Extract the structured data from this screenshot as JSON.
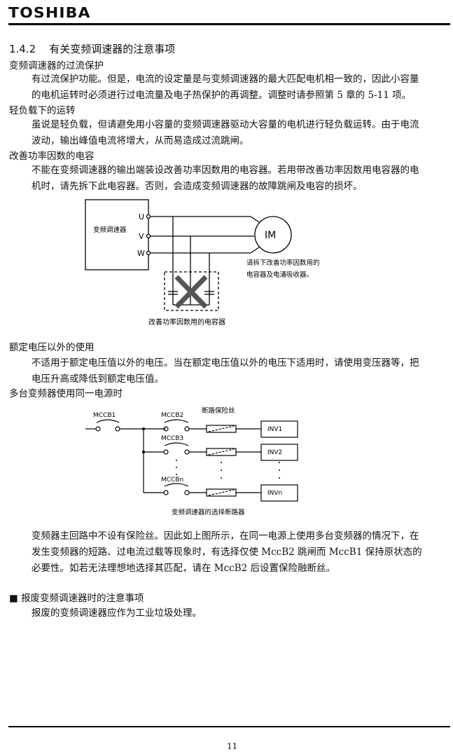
{
  "header": {
    "logo": "TOSHIBA"
  },
  "section": {
    "number": "1.4.2",
    "title": "有关变频调速器的注意事项"
  },
  "blocks": [
    {
      "heading": "变频调速器的过流保护",
      "lines": [
        "有过流保护功能。但是，电流的设定量是与变频调速器的最大匹配电机相一致的，因此小容量",
        "的电机运转时必须进行过电流量及电子热保护的再调整。调整时请参照第 5 章的 5-11 项。"
      ]
    },
    {
      "heading": "轻负载下的运转",
      "lines": [
        "虽说是轻负载，但请避免用小容量的变频调速器驱动大容量的电机进行轻负载运转。由于电流",
        "波动，输出峰值电流将增大，从而易造成过流跳闸。"
      ]
    },
    {
      "heading": "改善功率因数的电容",
      "lines": [
        "不能在变频调速器的输出端装设改善功率因数用的电容器。若用带改善功率因数用电容器的电",
        "机时，请先拆下此电容器。否则，会造成变频调速器的故障跳闸及电容的损坏。"
      ]
    },
    {
      "heading": "额定电压以外的使用",
      "lines": [
        "不适用于额定电压值以外的电压。当在额定电压值以外的电压下适用时，请使用变压器等，把",
        "电压升高或降低到额定电压值。"
      ]
    },
    {
      "heading": "多台变频器使用同一电源时",
      "lines": [
        "变频器主回路中不设有保险丝。因此如上图所示，在同一电源上使用多台变频器的情况下，在",
        "发生变频器的短路、过电流过载等现象时，有选择仅使 MccB2 跳闸而 MccB1 保持原状态的",
        "必要性。如若无法理想地选择其匹配，请在 MccB2 后设置保险融断丝。"
      ]
    },
    {
      "heading": "■  报废变频调速器时的注意事项",
      "lines": [
        "报废的变频调速器应作为工业垃圾处理。"
      ]
    }
  ],
  "diagram1": {
    "inverter": "变频调速器",
    "u": "U",
    "v": "V",
    "w": "W",
    "motor": "IM",
    "note1": "请拆下改善功率因数用的",
    "note2": "电容器及电涌吸收器。",
    "caption": "改善功率因数用的电容器"
  },
  "diagram2": {
    "mccb1": "MCCB1",
    "mccb2": "MCCB2",
    "mccb3": "MCCB3",
    "mccbn": "MCCBn",
    "fuse_label": "断路保险丝",
    "inv1": "INV1",
    "inv2": "INV2",
    "invn": "INVn",
    "caption": "变频调速器的选择断路器"
  },
  "footer": {
    "page": "11"
  }
}
